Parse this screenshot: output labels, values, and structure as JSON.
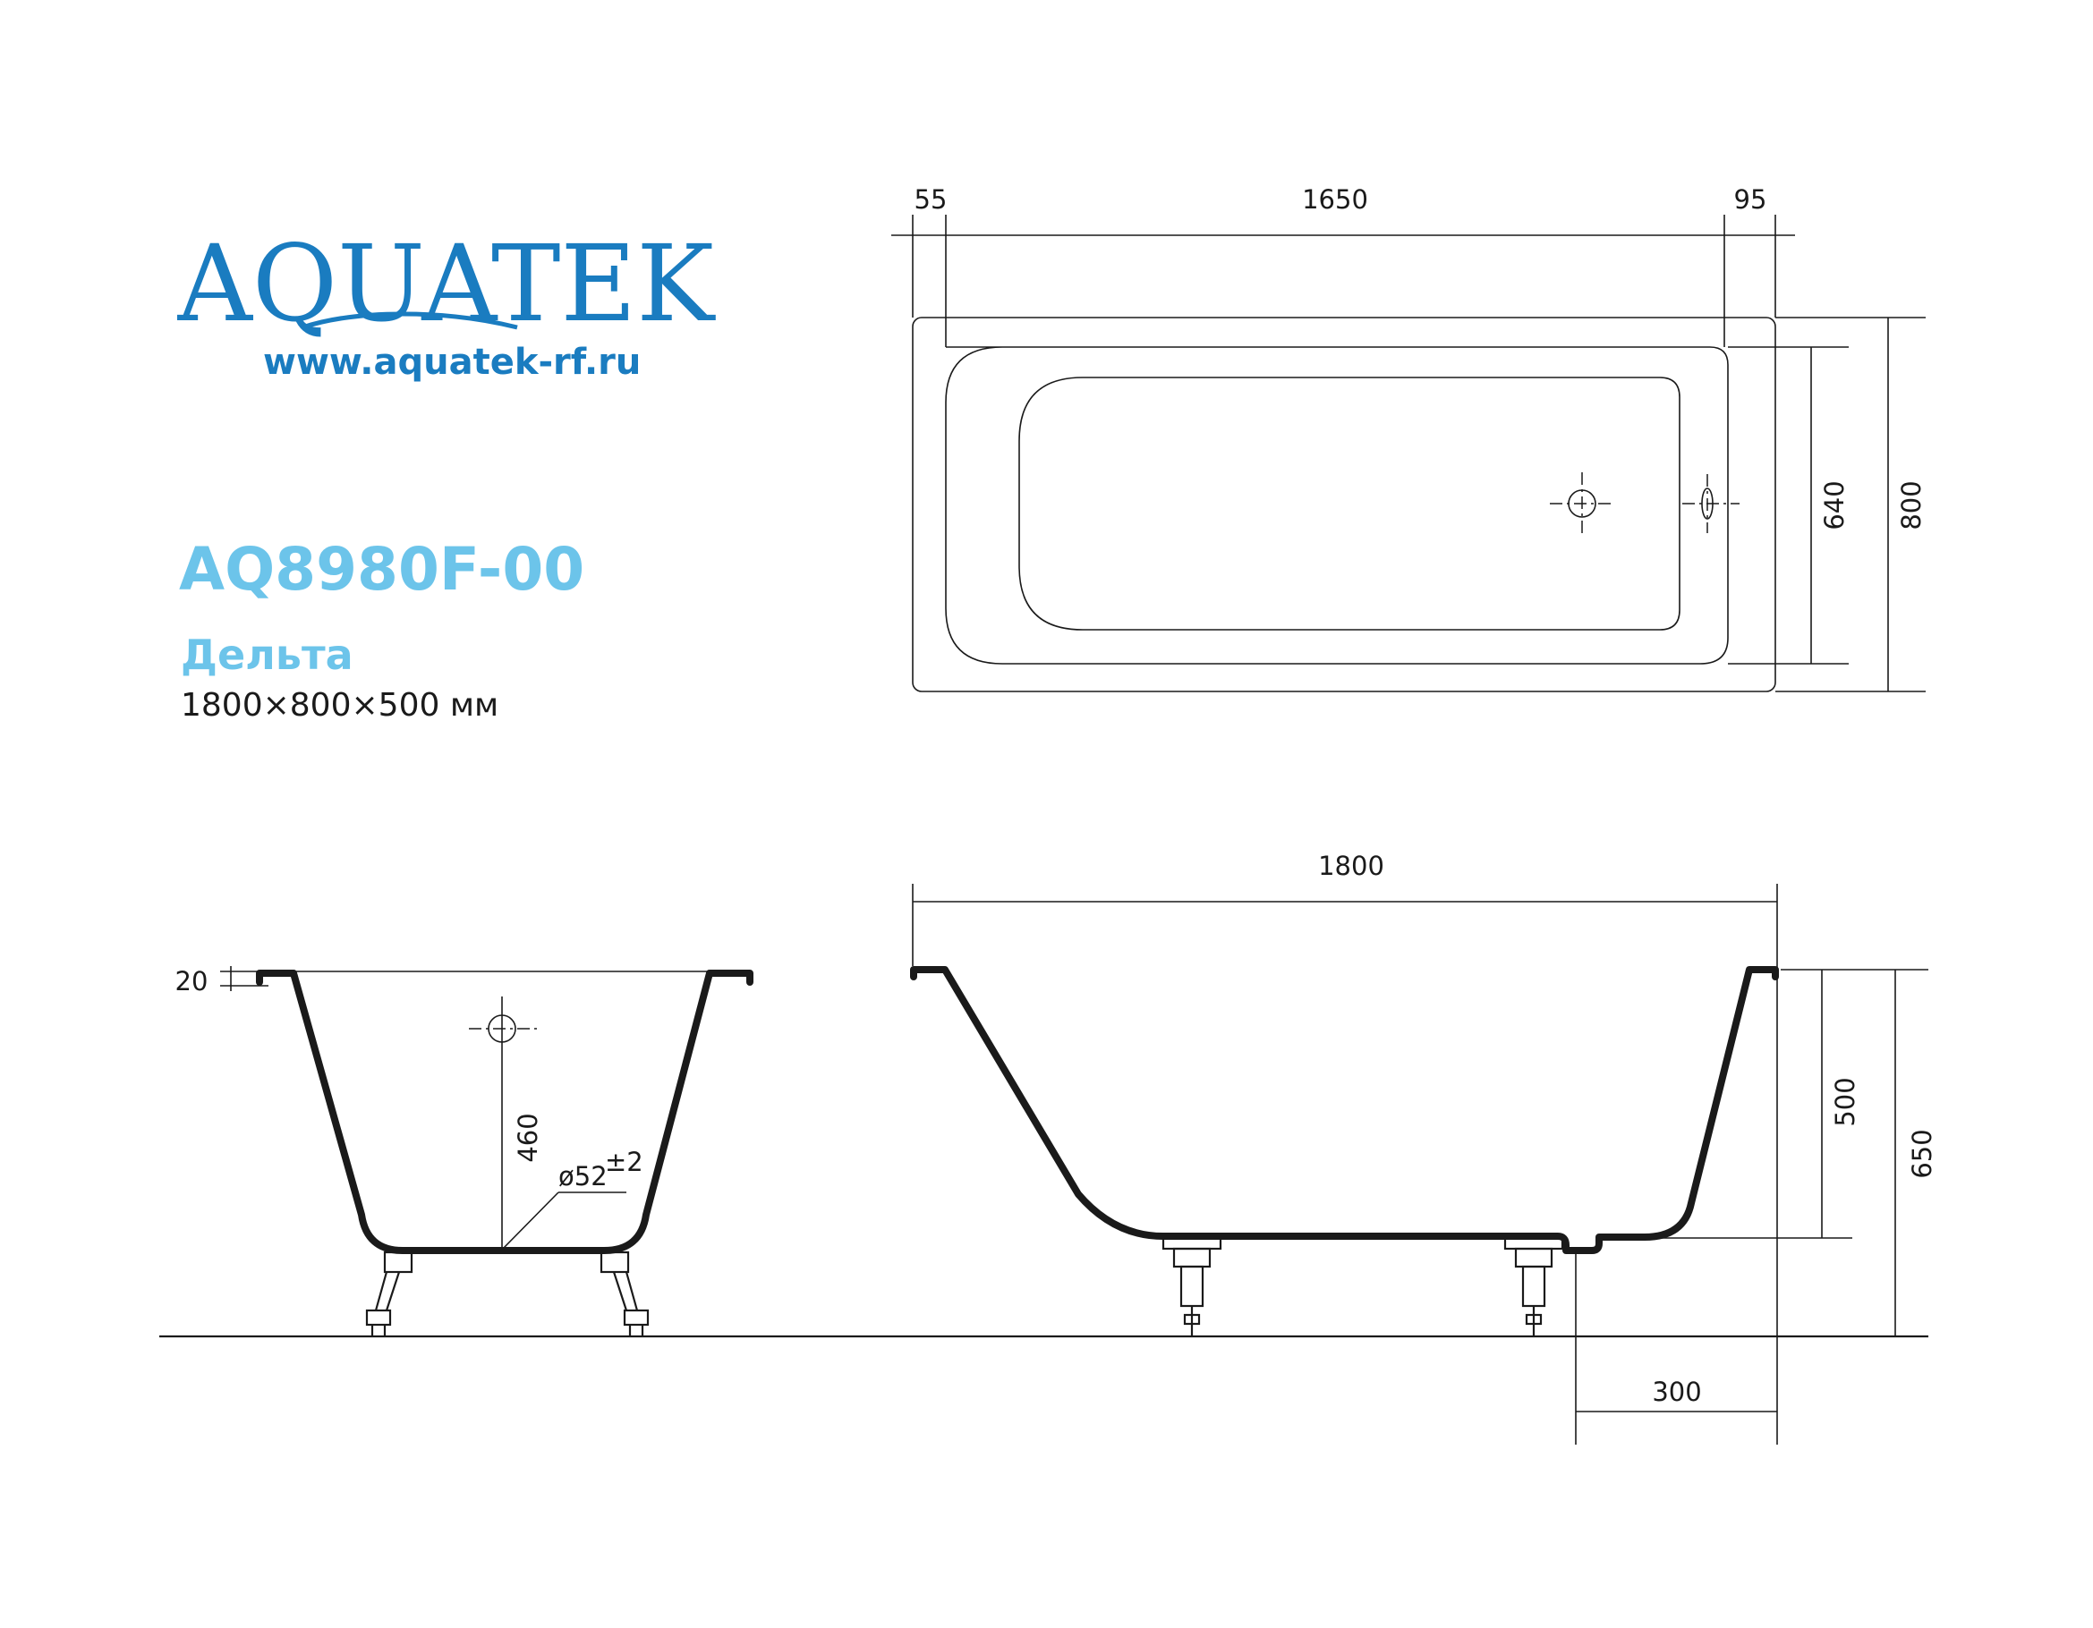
{
  "brand": {
    "name": "AQUATEK",
    "url": "www.aquatek-rf.ru",
    "color_primary": "#1a7cc0",
    "color_accent": "#6cc4ea"
  },
  "product": {
    "model": "AQ8980F-00",
    "name": "Дельта",
    "dimensions": "1800×800×500 мм"
  },
  "top_view": {
    "dim_left": "55",
    "dim_main": "1650",
    "dim_right": "95",
    "dim_inner_height": "640",
    "dim_outer_height": "800"
  },
  "end_view": {
    "dim_rim": "20",
    "dim_overflow_height": "460",
    "dim_diameter": "ø52",
    "dim_diameter_tol": "±2"
  },
  "side_view": {
    "dim_length": "1800",
    "dim_depth": "500",
    "dim_total_height": "650",
    "dim_drain_offset": "300"
  }
}
